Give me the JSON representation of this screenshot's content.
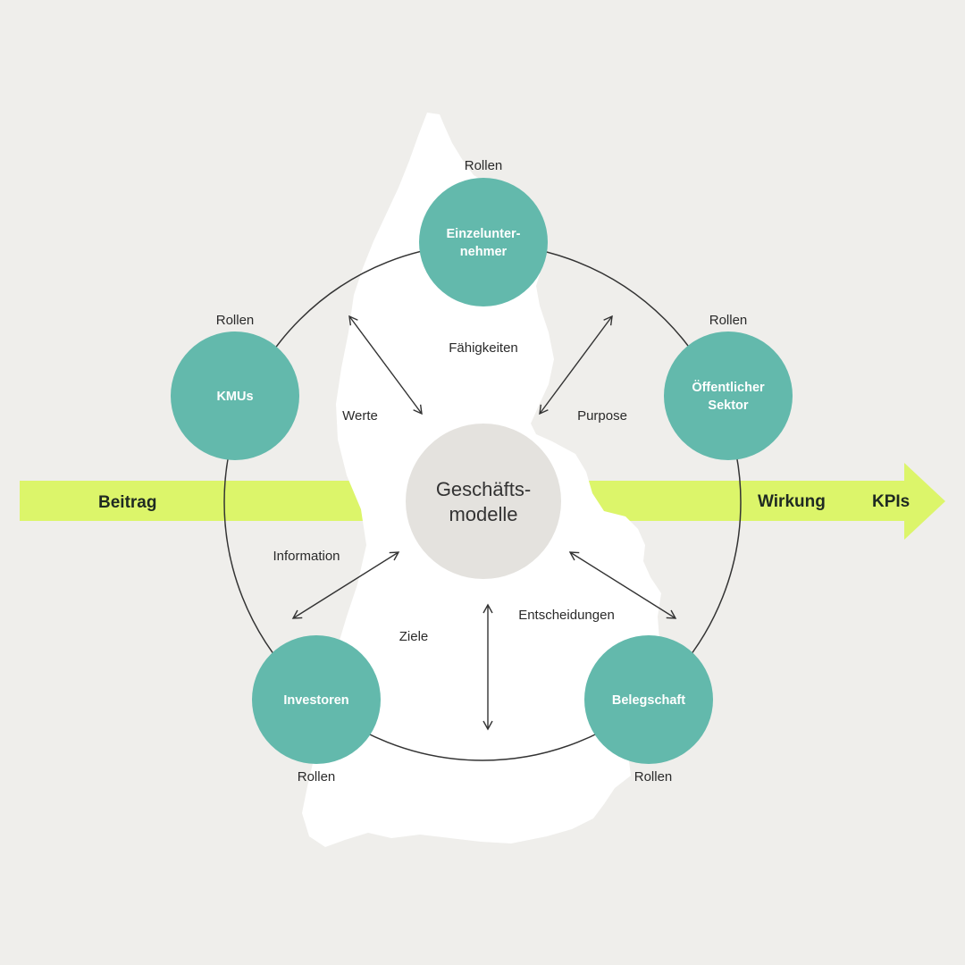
{
  "colors": {
    "background": "#efeeeb",
    "land": "#ffffff",
    "node": "#63b9ac",
    "center": "#e4e2de",
    "arrow_band": "#dcf56a",
    "line": "#333333"
  },
  "center": {
    "line1": "Geschäfts-",
    "line2": "modelle"
  },
  "nodes": {
    "einzel": {
      "line1": "Einzelunter-",
      "line2": "nehmer",
      "role": "Rollen"
    },
    "kmus": {
      "line1": "KMUs",
      "role": "Rollen"
    },
    "oeff": {
      "line1": "Öffentlicher",
      "line2": "Sektor",
      "role": "Rollen"
    },
    "investoren": {
      "line1": "Investoren",
      "role": "Rollen"
    },
    "belegschaft": {
      "line1": "Belegschaft",
      "role": "Rollen"
    }
  },
  "relations": {
    "faehigkeiten": "Fähigkeiten",
    "werte": "Werte",
    "purpose": "Purpose",
    "information": "Information",
    "ziele": "Ziele",
    "entscheidungen": "Entscheidungen"
  },
  "flow": {
    "beitrag": "Beitrag",
    "wirkung": "Wirkung",
    "kpis": "KPIs"
  }
}
